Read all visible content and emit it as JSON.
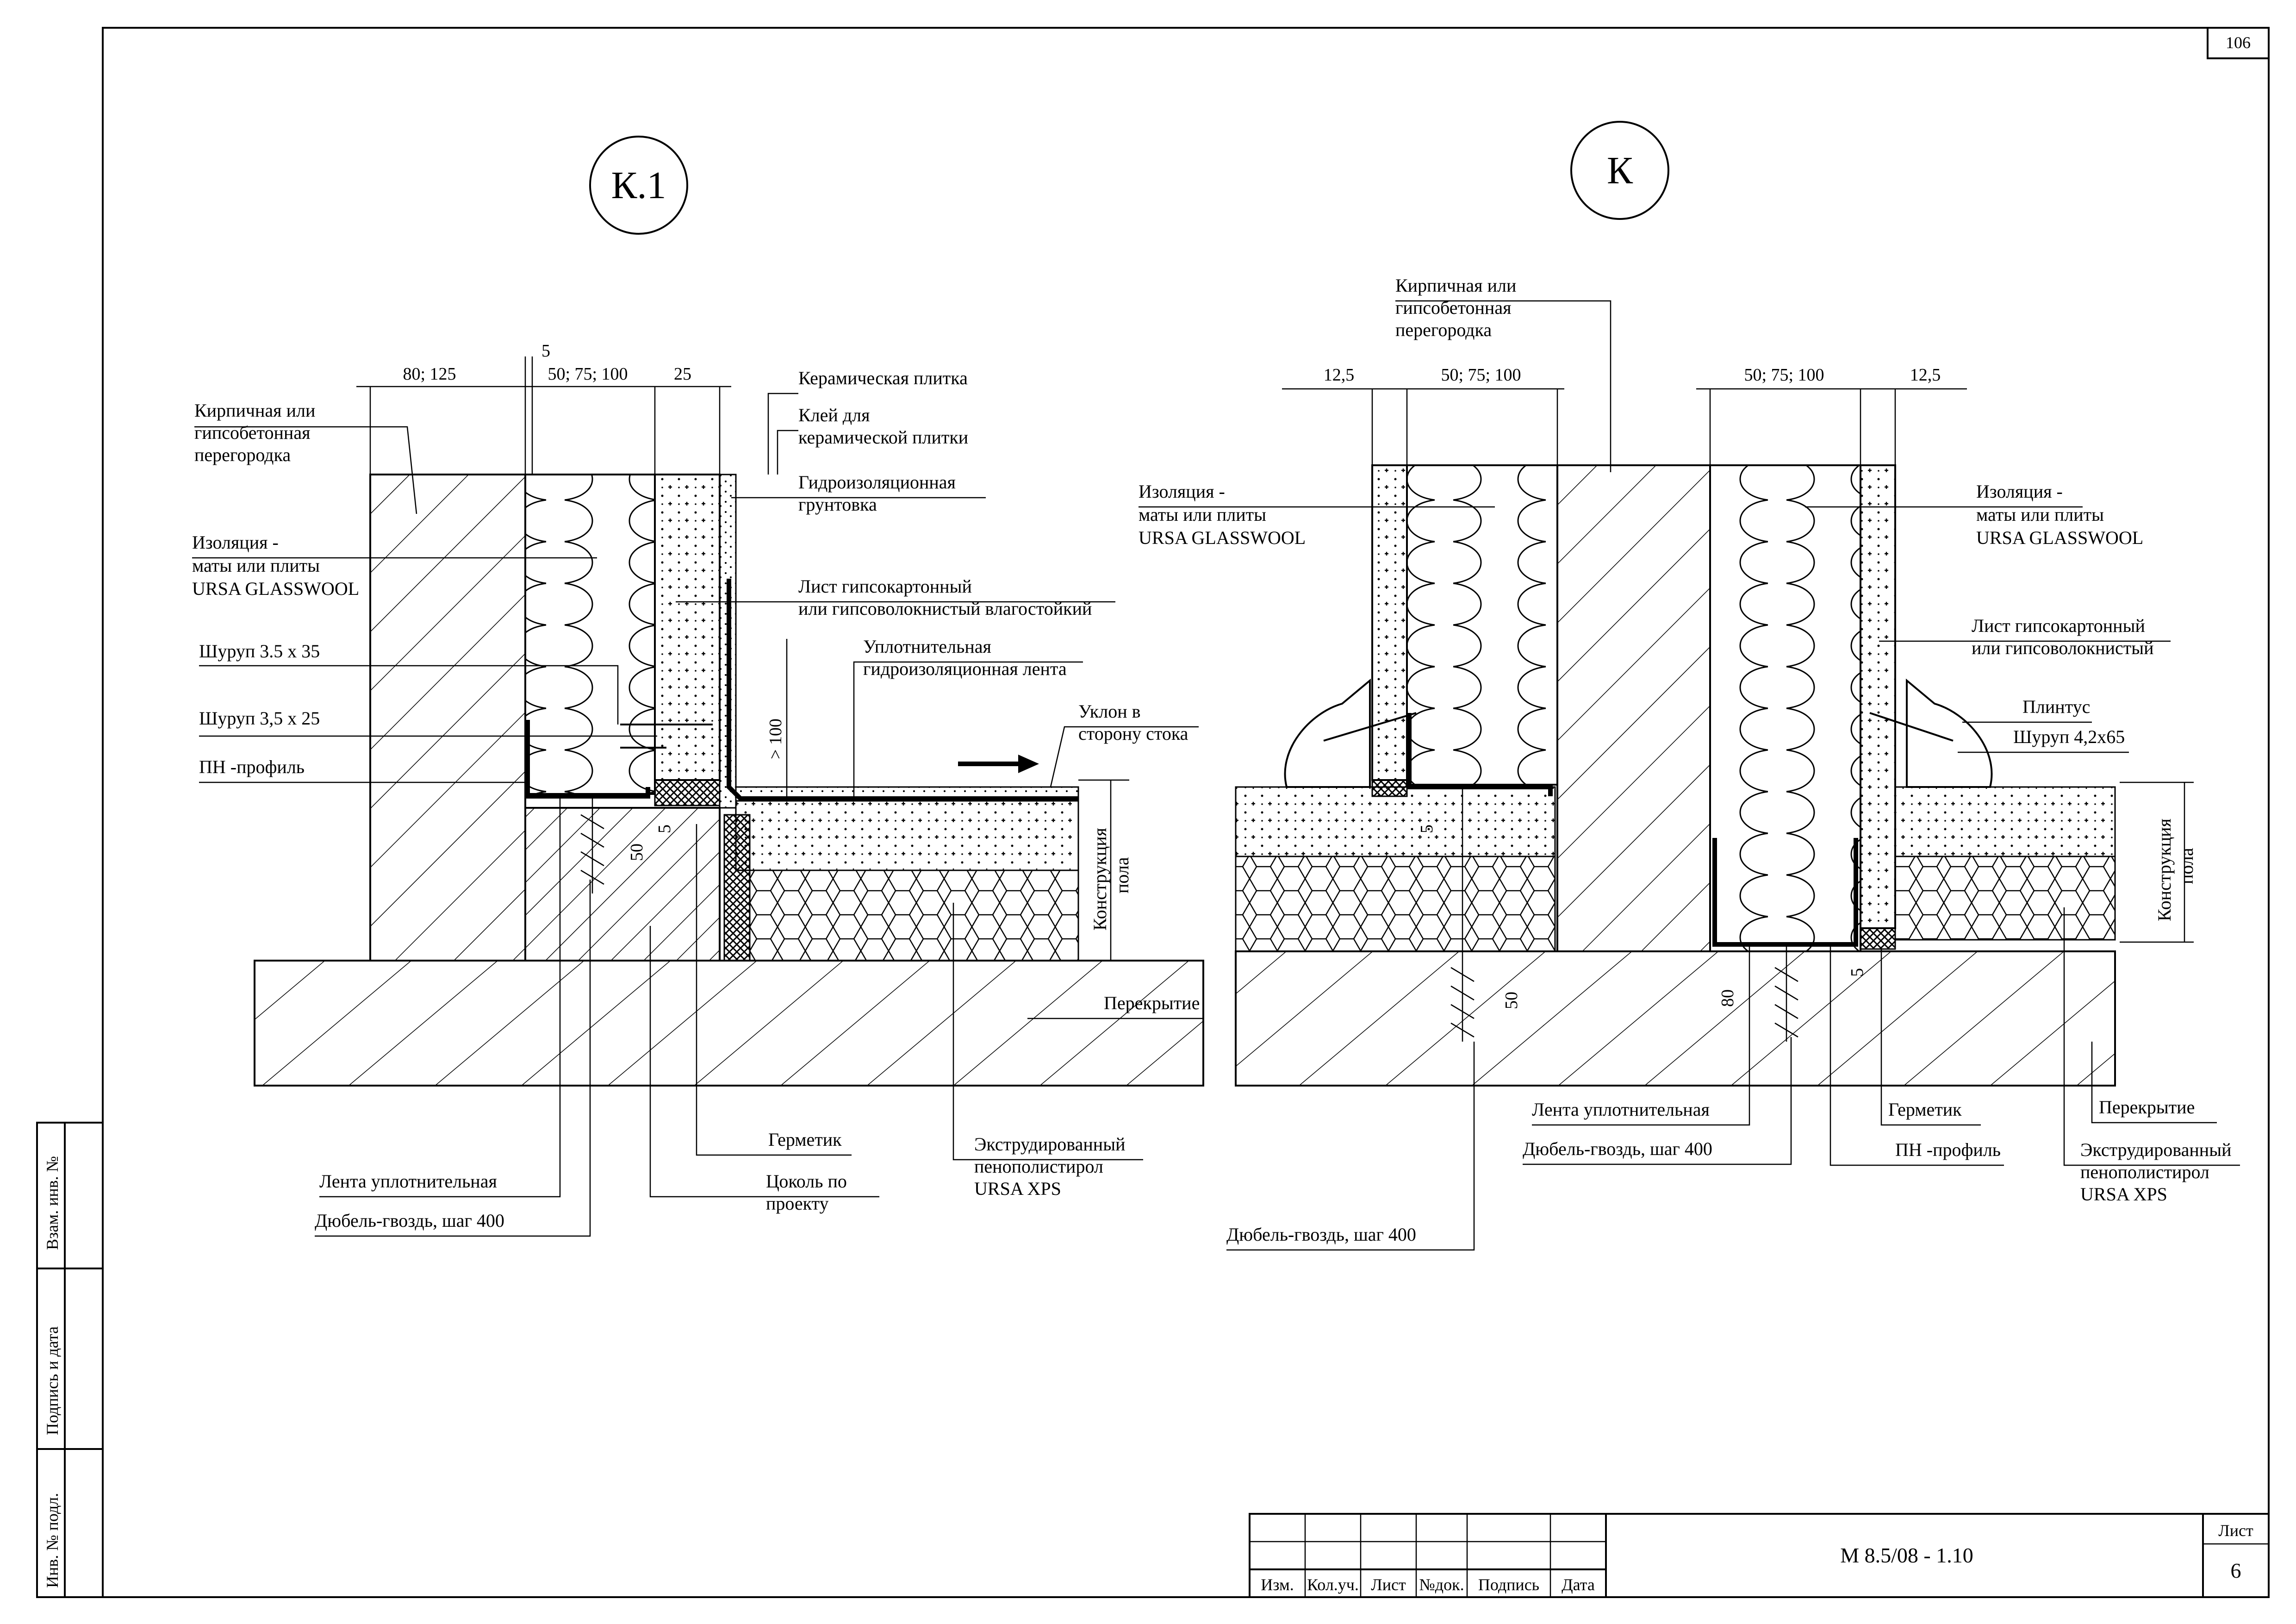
{
  "sheet_number": "106",
  "details": [
    {
      "id": "k1",
      "label": "К.1"
    },
    {
      "id": "k",
      "label": "К"
    }
  ],
  "k1": {
    "dims": {
      "d1": "80; 125",
      "d2": "5",
      "d3": "50; 75; 100",
      "d4": "25",
      "d_gt100": "> 100",
      "d_50": "50",
      "d_5": "5"
    },
    "labels": {
      "partition": [
        "Кирпичная или",
        "гипсобетонная",
        "перегородка"
      ],
      "insulation": [
        "Изоляция -",
        "маты или плиты",
        "URSA GLASSWOOL"
      ],
      "screw1": "Шуруп 3.5 х 35",
      "screw2": "Шуруп 3,5 х 25",
      "pn_profile": "ПН -профиль",
      "tile": "Керамическая плитка",
      "glue": [
        "Клей для",
        "керамической плитки"
      ],
      "primer": [
        "Гидроизоляционная",
        "грунтовка"
      ],
      "gypsum_sheet": [
        "Лист гипсокартонный",
        "или гипсоволокнистый влагостойкий"
      ],
      "seal_tape": [
        "Уплотнительная",
        "гидроизоляционная лента"
      ],
      "slope": [
        "Уклон в",
        "сторону стока"
      ],
      "floor_construction": [
        "Конструкция",
        "пола"
      ],
      "slab": "Перекрытие",
      "sealant": "Герметик",
      "xps": [
        "Экструдированный",
        "пенополистирол",
        "URSA XPS"
      ],
      "tape": "Лента уплотнительная",
      "plinth_base": [
        "Цоколь по",
        "проекту"
      ],
      "dowel": "Дюбель-гвоздь, шаг 400"
    }
  },
  "k": {
    "dims": {
      "d1": "12,5",
      "d2": "50; 75; 100",
      "d3": "50; 75; 100",
      "d4": "12,5",
      "d_50": "50",
      "d_80": "80",
      "d_5a": "5",
      "d_5b": "5"
    },
    "labels": {
      "partition": [
        "Кирпичная или",
        "гипсобетонная",
        "перегородка"
      ],
      "insulation_left": [
        "Изоляция -",
        "маты или плиты",
        "URSA GLASSWOOL"
      ],
      "insulation_right": [
        "Изоляция -",
        "маты или плиты",
        "URSA GLASSWOOL"
      ],
      "gypsum_sheet": [
        "Лист гипсокартонный",
        "или гипсоволокнистый"
      ],
      "plinth": "Плинтус",
      "screw": "Шуруп 4,2х65",
      "floor_construction": [
        "Конструкция",
        "пола"
      ],
      "slab": "Перекрытие",
      "tape": "Лента уплотнительная",
      "dowel1": "Дюбель-гвоздь, шаг 400",
      "dowel2": "Дюбель-гвоздь, шаг 400",
      "sealant": "Герметик",
      "pn_profile": "ПН -профиль",
      "xps": [
        "Экструдированный",
        "пенополистирол",
        "URSA XPS"
      ]
    }
  },
  "side_stamps": [
    "Взам. инв. №",
    "Подпись и дата",
    "Инв. № подл."
  ],
  "title_block": {
    "columns": [
      "Изм.",
      "Кол.уч.",
      "Лист",
      "№док.",
      "Подпись",
      "Дата"
    ],
    "code": "М 8.5/08 - 1.10",
    "sheet_label": "Лист",
    "sheet_value": "6"
  }
}
